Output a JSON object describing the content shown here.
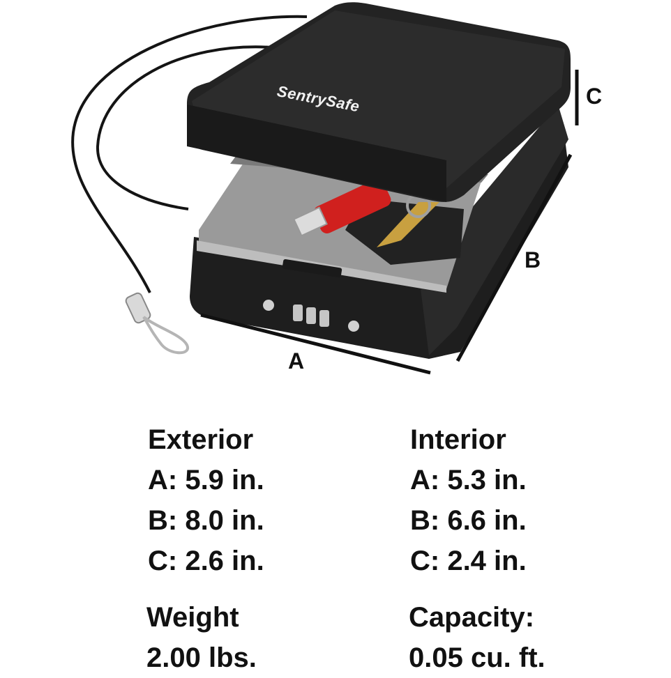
{
  "product": {
    "brand_logo": "SentrySafe",
    "icon": "portable-safe-with-cable"
  },
  "dimension_labels": {
    "a": "A",
    "b": "B",
    "c": "C"
  },
  "exterior": {
    "heading": "Exterior",
    "a": "A: 5.9 in.",
    "b": "B: 8.0 in.",
    "c": "C: 2.6 in."
  },
  "interior": {
    "heading": "Interior",
    "a": "A: 5.3 in.",
    "b": "B: 6.6 in.",
    "c": "C: 2.4 in."
  },
  "weight": {
    "label": "Weight",
    "value": "2.00 lbs."
  },
  "capacity": {
    "label": "Capacity:",
    "value": "0.05 cu. ft."
  },
  "colors": {
    "safe_body": "#1c1c1c",
    "interior": "#8c8c8c",
    "usb": "#d0201e",
    "keys": "#c8a040"
  }
}
